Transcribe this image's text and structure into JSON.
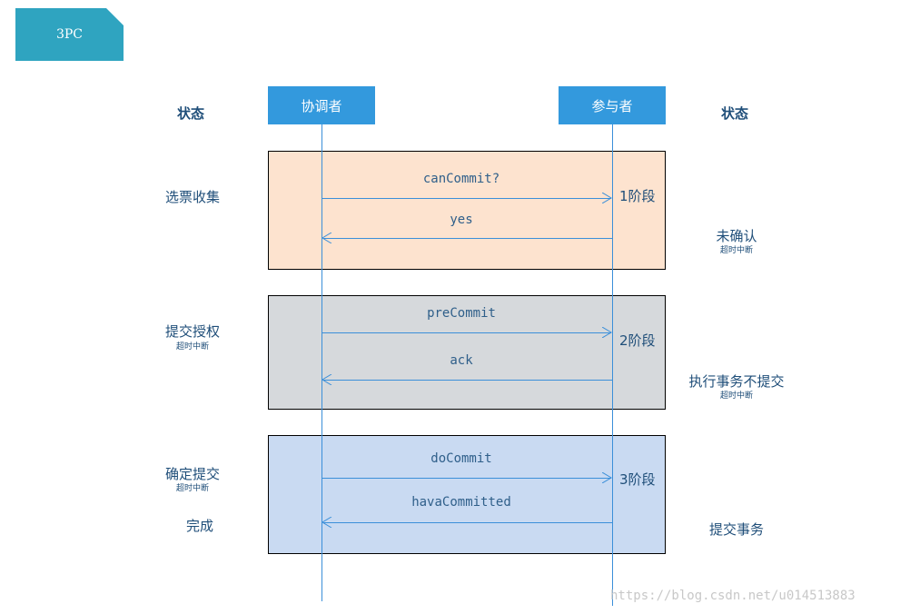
{
  "tab_label": "3PC",
  "coordinator": "协调者",
  "participant": "参与者",
  "left_state_header": "状态",
  "right_state_header": "状态",
  "phases": [
    {
      "label": "1阶段",
      "fill": "#fde3cf",
      "request": "canCommit?",
      "response": "yes",
      "left_state": "选票收集",
      "left_note": "",
      "right_state": "未确认",
      "right_note": "超时中断"
    },
    {
      "label": "2阶段",
      "fill": "#d6d9dc",
      "request": "preCommit",
      "response": "ack",
      "left_state": "提交授权",
      "left_note": "超时中断",
      "right_state": "执行事务不提交",
      "right_note": "超时中断"
    },
    {
      "label": "3阶段",
      "fill": "#c9daf2",
      "request": "doCommit",
      "response": "havaCommitted",
      "left_state": "确定提交",
      "left_note": "超时中断",
      "left_state2": "完成",
      "right_state": "提交事务",
      "right_note": ""
    }
  ],
  "watermark": "https://blog.csdn.net/u014513883",
  "colors": {
    "tab": "#2fa4c0",
    "actor": "#3399dd",
    "line": "#3b8fd9",
    "text": "#1f4e79"
  }
}
